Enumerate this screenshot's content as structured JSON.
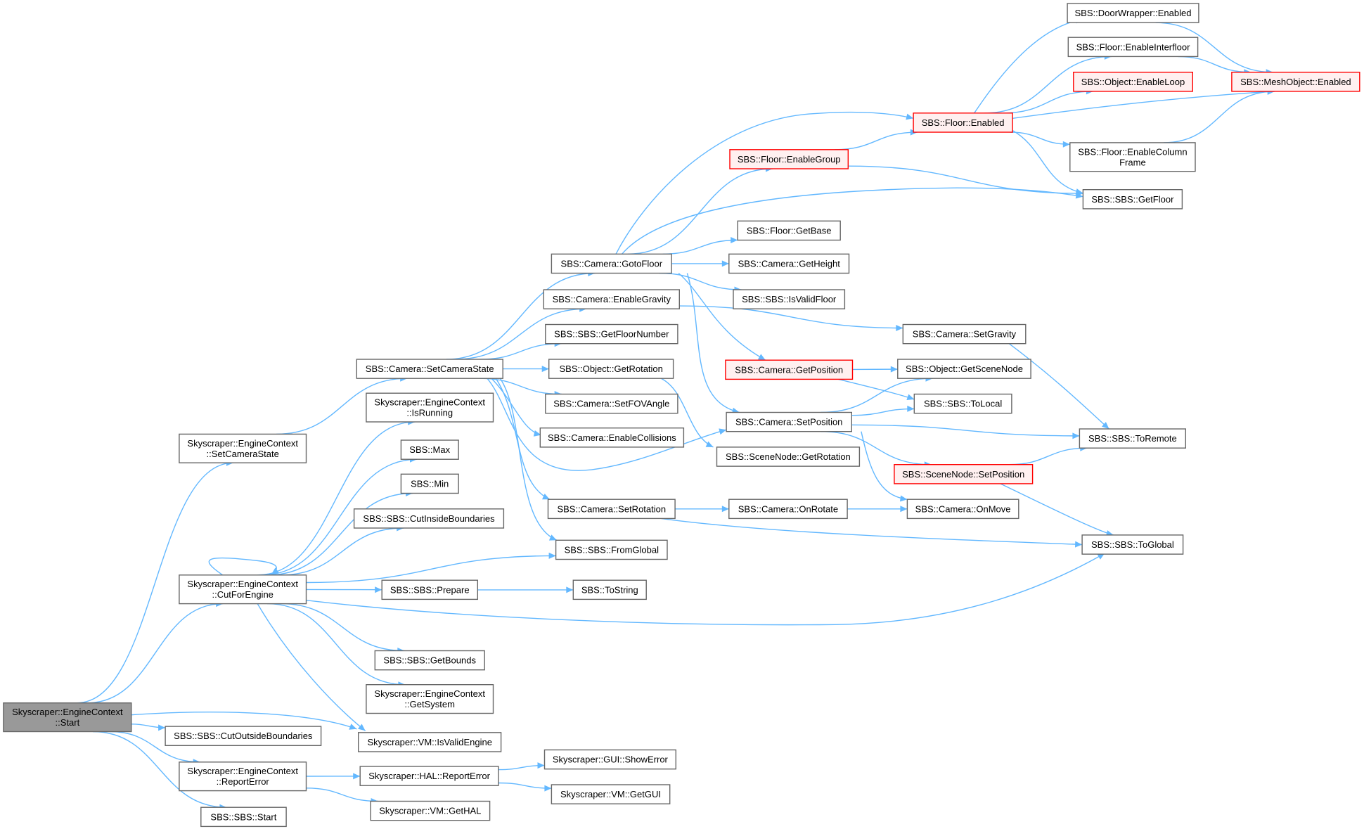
{
  "colors": {
    "edge": "#63b8ff",
    "node_border": "#666666",
    "node_fill": "#ffffff",
    "root_fill": "#999999",
    "truncated_border": "#ff0000",
    "truncated_fill": "#fff0f0"
  },
  "nodes": [
    {
      "id": "start",
      "lines": [
        "Skyscraper::EngineContext",
        "::Start"
      ],
      "style": "root"
    },
    {
      "id": "setcamerastate_ec",
      "lines": [
        "Skyscraper::EngineContext",
        "::SetCameraState"
      ],
      "style": "normal"
    },
    {
      "id": "cutforengine",
      "lines": [
        "Skyscraper::EngineContext",
        "::CutForEngine"
      ],
      "style": "normal"
    },
    {
      "id": "cutoutside",
      "lines": [
        "SBS::SBS::CutOutsideBoundaries"
      ],
      "style": "normal"
    },
    {
      "id": "reporterror_ec",
      "lines": [
        "Skyscraper::EngineContext",
        "::ReportError"
      ],
      "style": "normal"
    },
    {
      "id": "sbsstart",
      "lines": [
        "SBS::SBS::Start"
      ],
      "style": "normal"
    },
    {
      "id": "cam_setcamerastate",
      "lines": [
        "SBS::Camera::SetCameraState"
      ],
      "style": "normal"
    },
    {
      "id": "isrunning",
      "lines": [
        "Skyscraper::EngineContext",
        "::IsRunning"
      ],
      "style": "normal"
    },
    {
      "id": "max",
      "lines": [
        "SBS::Max"
      ],
      "style": "normal"
    },
    {
      "id": "min",
      "lines": [
        "SBS::Min"
      ],
      "style": "normal"
    },
    {
      "id": "cutinside",
      "lines": [
        "SBS::SBS::CutInsideBoundaries"
      ],
      "style": "normal"
    },
    {
      "id": "prepare",
      "lines": [
        "SBS::SBS::Prepare"
      ],
      "style": "normal"
    },
    {
      "id": "getbounds",
      "lines": [
        "SBS::SBS::GetBounds"
      ],
      "style": "normal"
    },
    {
      "id": "getsystem",
      "lines": [
        "Skyscraper::EngineContext",
        "::GetSystem"
      ],
      "style": "normal"
    },
    {
      "id": "isvalidengine",
      "lines": [
        "Skyscraper::VM::IsValidEngine"
      ],
      "style": "normal"
    },
    {
      "id": "hal_reporterror",
      "lines": [
        "Skyscraper::HAL::ReportError"
      ],
      "style": "normal"
    },
    {
      "id": "gethal",
      "lines": [
        "Skyscraper::VM::GetHAL"
      ],
      "style": "normal"
    },
    {
      "id": "gotofloor",
      "lines": [
        "SBS::Camera::GotoFloor"
      ],
      "style": "normal"
    },
    {
      "id": "enablegravity",
      "lines": [
        "SBS::Camera::EnableGravity"
      ],
      "style": "normal"
    },
    {
      "id": "getfloornumber",
      "lines": [
        "SBS::SBS::GetFloorNumber"
      ],
      "style": "normal"
    },
    {
      "id": "obj_getrotation",
      "lines": [
        "SBS::Object::GetRotation"
      ],
      "style": "normal"
    },
    {
      "id": "setfovangle",
      "lines": [
        "SBS::Camera::SetFOVAngle"
      ],
      "style": "normal"
    },
    {
      "id": "enablecollisions",
      "lines": [
        "SBS::Camera::EnableCollisions"
      ],
      "style": "normal"
    },
    {
      "id": "setrotation",
      "lines": [
        "SBS::Camera::SetRotation"
      ],
      "style": "normal"
    },
    {
      "id": "fromglobal",
      "lines": [
        "SBS::SBS::FromGlobal"
      ],
      "style": "normal"
    },
    {
      "id": "tostring",
      "lines": [
        "SBS::ToString"
      ],
      "style": "normal"
    },
    {
      "id": "showerror",
      "lines": [
        "Skyscraper::GUI::ShowError"
      ],
      "style": "normal"
    },
    {
      "id": "getgui",
      "lines": [
        "Skyscraper::VM::GetGUI"
      ],
      "style": "normal"
    },
    {
      "id": "enablegroup",
      "lines": [
        "SBS::Floor::EnableGroup"
      ],
      "style": "truncated"
    },
    {
      "id": "getbase",
      "lines": [
        "SBS::Floor::GetBase"
      ],
      "style": "normal"
    },
    {
      "id": "getheight",
      "lines": [
        "SBS::Camera::GetHeight"
      ],
      "style": "normal"
    },
    {
      "id": "isvalidfloor",
      "lines": [
        "SBS::SBS::IsValidFloor"
      ],
      "style": "normal"
    },
    {
      "id": "cam_getposition",
      "lines": [
        "SBS::Camera::GetPosition"
      ],
      "style": "truncated"
    },
    {
      "id": "cam_setposition",
      "lines": [
        "SBS::Camera::SetPosition"
      ],
      "style": "normal"
    },
    {
      "id": "sn_getrotation",
      "lines": [
        "SBS::SceneNode::GetRotation"
      ],
      "style": "normal"
    },
    {
      "id": "onrotate",
      "lines": [
        "SBS::Camera::OnRotate"
      ],
      "style": "normal"
    },
    {
      "id": "floor_enabled",
      "lines": [
        "SBS::Floor::Enabled"
      ],
      "style": "truncated"
    },
    {
      "id": "setgravity",
      "lines": [
        "SBS::Camera::SetGravity"
      ],
      "style": "normal"
    },
    {
      "id": "getscenenode",
      "lines": [
        "SBS::Object::GetSceneNode"
      ],
      "style": "normal"
    },
    {
      "id": "tolocal",
      "lines": [
        "SBS::SBS::ToLocal"
      ],
      "style": "normal"
    },
    {
      "id": "sn_setposition",
      "lines": [
        "SBS::SceneNode::SetPosition"
      ],
      "style": "truncated"
    },
    {
      "id": "onmove",
      "lines": [
        "SBS::Camera::OnMove"
      ],
      "style": "normal"
    },
    {
      "id": "doorwrapper_enabled",
      "lines": [
        "SBS::DoorWrapper::Enabled"
      ],
      "style": "normal"
    },
    {
      "id": "enableinterfloor",
      "lines": [
        "SBS::Floor::EnableInterfloor"
      ],
      "style": "normal"
    },
    {
      "id": "enableloop",
      "lines": [
        "SBS::Object::EnableLoop"
      ],
      "style": "truncated"
    },
    {
      "id": "enablecolumnframe",
      "lines": [
        "SBS::Floor::EnableColumn",
        "Frame"
      ],
      "style": "normal"
    },
    {
      "id": "getfloor",
      "lines": [
        "SBS::SBS::GetFloor"
      ],
      "style": "normal"
    },
    {
      "id": "toremote",
      "lines": [
        "SBS::SBS::ToRemote"
      ],
      "style": "normal"
    },
    {
      "id": "toglobal",
      "lines": [
        "SBS::SBS::ToGlobal"
      ],
      "style": "normal"
    },
    {
      "id": "mesh_enabled",
      "lines": [
        "SBS::MeshObject::Enabled"
      ],
      "style": "truncated"
    }
  ],
  "edges": [
    [
      "start",
      "setcamerastate_ec"
    ],
    [
      "start",
      "cutforengine"
    ],
    [
      "start",
      "cutoutside"
    ],
    [
      "start",
      "isvalidengine"
    ],
    [
      "start",
      "reporterror_ec"
    ],
    [
      "start",
      "sbsstart"
    ],
    [
      "setcamerastate_ec",
      "cam_setcamerastate"
    ],
    [
      "cutforengine",
      "cutforengine"
    ],
    [
      "cutforengine",
      "isrunning"
    ],
    [
      "cutforengine",
      "max"
    ],
    [
      "cutforengine",
      "min"
    ],
    [
      "cutforengine",
      "cutinside"
    ],
    [
      "cutforengine",
      "fromglobal"
    ],
    [
      "cutforengine",
      "prepare"
    ],
    [
      "cutforengine",
      "toglobal"
    ],
    [
      "cutforengine",
      "getbounds"
    ],
    [
      "cutforengine",
      "getsystem"
    ],
    [
      "cutforengine",
      "isvalidengine"
    ],
    [
      "reporterror_ec",
      "hal_reporterror"
    ],
    [
      "reporterror_ec",
      "gethal"
    ],
    [
      "hal_reporterror",
      "showerror"
    ],
    [
      "hal_reporterror",
      "getgui"
    ],
    [
      "prepare",
      "tostring"
    ],
    [
      "cam_setcamerastate",
      "gotofloor"
    ],
    [
      "cam_setcamerastate",
      "enablegravity"
    ],
    [
      "cam_setcamerastate",
      "getfloornumber"
    ],
    [
      "cam_setcamerastate",
      "obj_getrotation"
    ],
    [
      "cam_setcamerastate",
      "setfovangle"
    ],
    [
      "cam_setcamerastate",
      "enablecollisions"
    ],
    [
      "cam_setcamerastate",
      "cam_setposition"
    ],
    [
      "cam_setcamerastate",
      "setrotation"
    ],
    [
      "cam_setcamerastate",
      "fromglobal"
    ],
    [
      "gotofloor",
      "floor_enabled"
    ],
    [
      "gotofloor",
      "enablegroup"
    ],
    [
      "gotofloor",
      "getfloor"
    ],
    [
      "gotofloor",
      "getbase"
    ],
    [
      "gotofloor",
      "getheight"
    ],
    [
      "gotofloor",
      "isvalidfloor"
    ],
    [
      "gotofloor",
      "cam_getposition"
    ],
    [
      "gotofloor",
      "cam_setposition"
    ],
    [
      "enablegravity",
      "setgravity"
    ],
    [
      "obj_getrotation",
      "sn_getrotation"
    ],
    [
      "setrotation",
      "onrotate"
    ],
    [
      "setrotation",
      "toglobal"
    ],
    [
      "onrotate",
      "onmove"
    ],
    [
      "enablegroup",
      "floor_enabled"
    ],
    [
      "enablegroup",
      "getfloor"
    ],
    [
      "cam_getposition",
      "getscenenode"
    ],
    [
      "cam_getposition",
      "tolocal"
    ],
    [
      "cam_setposition",
      "getscenenode"
    ],
    [
      "cam_setposition",
      "tolocal"
    ],
    [
      "cam_setposition",
      "toremote"
    ],
    [
      "cam_setposition",
      "sn_setposition"
    ],
    [
      "cam_setposition",
      "onmove"
    ],
    [
      "setgravity",
      "toremote"
    ],
    [
      "sn_setposition",
      "toremote"
    ],
    [
      "sn_setposition",
      "toglobal"
    ],
    [
      "floor_enabled",
      "doorwrapper_enabled"
    ],
    [
      "floor_enabled",
      "enableinterfloor"
    ],
    [
      "floor_enabled",
      "enableloop"
    ],
    [
      "floor_enabled",
      "mesh_enabled"
    ],
    [
      "floor_enabled",
      "enablecolumnframe"
    ],
    [
      "floor_enabled",
      "getfloor"
    ],
    [
      "doorwrapper_enabled",
      "mesh_enabled"
    ],
    [
      "enableinterfloor",
      "mesh_enabled"
    ],
    [
      "enablecolumnframe",
      "mesh_enabled"
    ]
  ]
}
